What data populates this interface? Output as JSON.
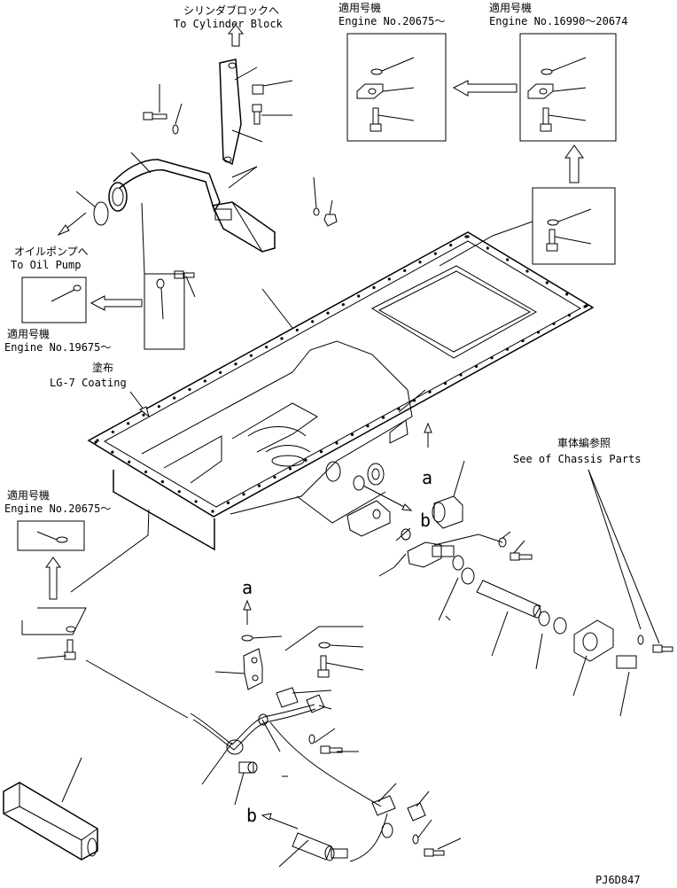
{
  "labels": {
    "to_cylinder_block_jp": "シリンダブロックへ",
    "to_cylinder_block_en": "To Cylinder Block",
    "applicable_jp": "適用号機",
    "engine_20675_a": "Engine No.20675～",
    "engine_16990_20674": "Engine No.16990～20674",
    "to_oil_pump_jp": "オイルポンプへ",
    "to_oil_pump_en": "To Oil Pump",
    "engine_19675": "Engine No.19675～",
    "coating_jp": "塗布",
    "coating_en": "LG-7 Coating",
    "chassis_jp": "車体編参照",
    "chassis_en": "See of Chassis Parts",
    "engine_20675_b": "Engine No.20675～",
    "ref_a_top": "a",
    "ref_b_top": "b",
    "ref_a_bottom": "a",
    "ref_b_bottom": "b",
    "code": "PJ6D847"
  }
}
